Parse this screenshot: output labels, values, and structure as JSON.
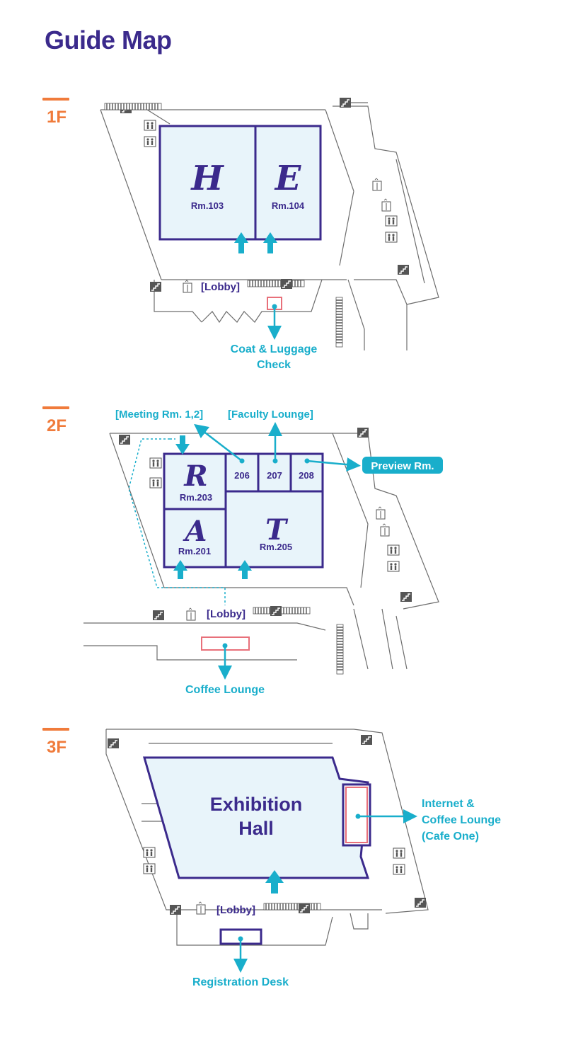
{
  "title": "Guide Map",
  "colors": {
    "accent_orange": "#f07b3b",
    "room_purple": "#3b2a8c",
    "label_cyan": "#19aecb",
    "room_fill": "#e8f4fa",
    "service_pink": "#e8707a"
  },
  "floors": [
    {
      "label": "1F",
      "rooms": [
        {
          "letter": "H",
          "name": "Rm.103"
        },
        {
          "letter": "E",
          "name": "Rm.104"
        }
      ],
      "lobby": "[Lobby]",
      "service": "Coat & Luggage",
      "service_line2": "Check"
    },
    {
      "label": "2F",
      "rooms": [
        {
          "letter": "R",
          "name": "Rm.203"
        },
        {
          "letter": "A",
          "name": "Rm.201"
        },
        {
          "letter": "T",
          "name": "Rm.205"
        },
        {
          "letter": "",
          "name": "206"
        },
        {
          "letter": "",
          "name": "207"
        },
        {
          "letter": "",
          "name": "208"
        }
      ],
      "meeting": "[Meeting Rm. 1,2]",
      "faculty": "[Faculty Lounge]",
      "preview": "Preview Rm.",
      "lobby": "[Lobby]",
      "service": "Coffee Lounge"
    },
    {
      "label": "3F",
      "hall_line1": "Exhibition",
      "hall_line2": "Hall",
      "lobby": "[Lobby]",
      "internet_line1": "Internet &",
      "internet_line2": "Coffee Lounge",
      "internet_line3": "(Cafe One)",
      "service": "Registration Desk"
    }
  ],
  "icons": [
    "restroom-icon",
    "stairs-icon",
    "elevator-icon",
    "escalator-icon"
  ]
}
